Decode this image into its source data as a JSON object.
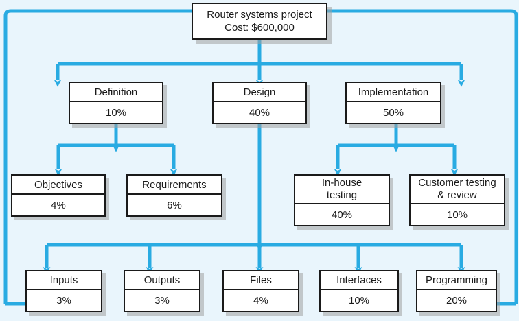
{
  "diagram": {
    "type": "work-breakdown-structure",
    "title_node": {
      "label": "Router systems project\nCost: $600,000"
    },
    "colors": {
      "background": "#e9f5fc",
      "connector": "#29abe2",
      "box_border": "#1a1a1a",
      "box_fill": "#ffffff",
      "shadow": "#a0a0a0"
    },
    "nodes": [
      {
        "id": "root",
        "label": "Router systems project\nCost: $600,000",
        "value": ""
      },
      {
        "id": "definition",
        "label": "Definition",
        "value": "10%"
      },
      {
        "id": "design",
        "label": "Design",
        "value": "40%"
      },
      {
        "id": "implementation",
        "label": "Implementation",
        "value": "50%"
      },
      {
        "id": "objectives",
        "label": "Objectives",
        "value": "4%"
      },
      {
        "id": "requirements",
        "label": "Requirements",
        "value": "6%"
      },
      {
        "id": "inhouse",
        "label": "In-house\ntesting",
        "value": "40%"
      },
      {
        "id": "customer",
        "label": "Customer testing\n& review",
        "value": "10%"
      },
      {
        "id": "inputs",
        "label": "Inputs",
        "value": "3%"
      },
      {
        "id": "outputs",
        "label": "Outputs",
        "value": "3%"
      },
      {
        "id": "files",
        "label": "Files",
        "value": "4%"
      },
      {
        "id": "interfaces",
        "label": "Interfaces",
        "value": "10%"
      },
      {
        "id": "programming",
        "label": "Programming",
        "value": "20%"
      }
    ]
  }
}
